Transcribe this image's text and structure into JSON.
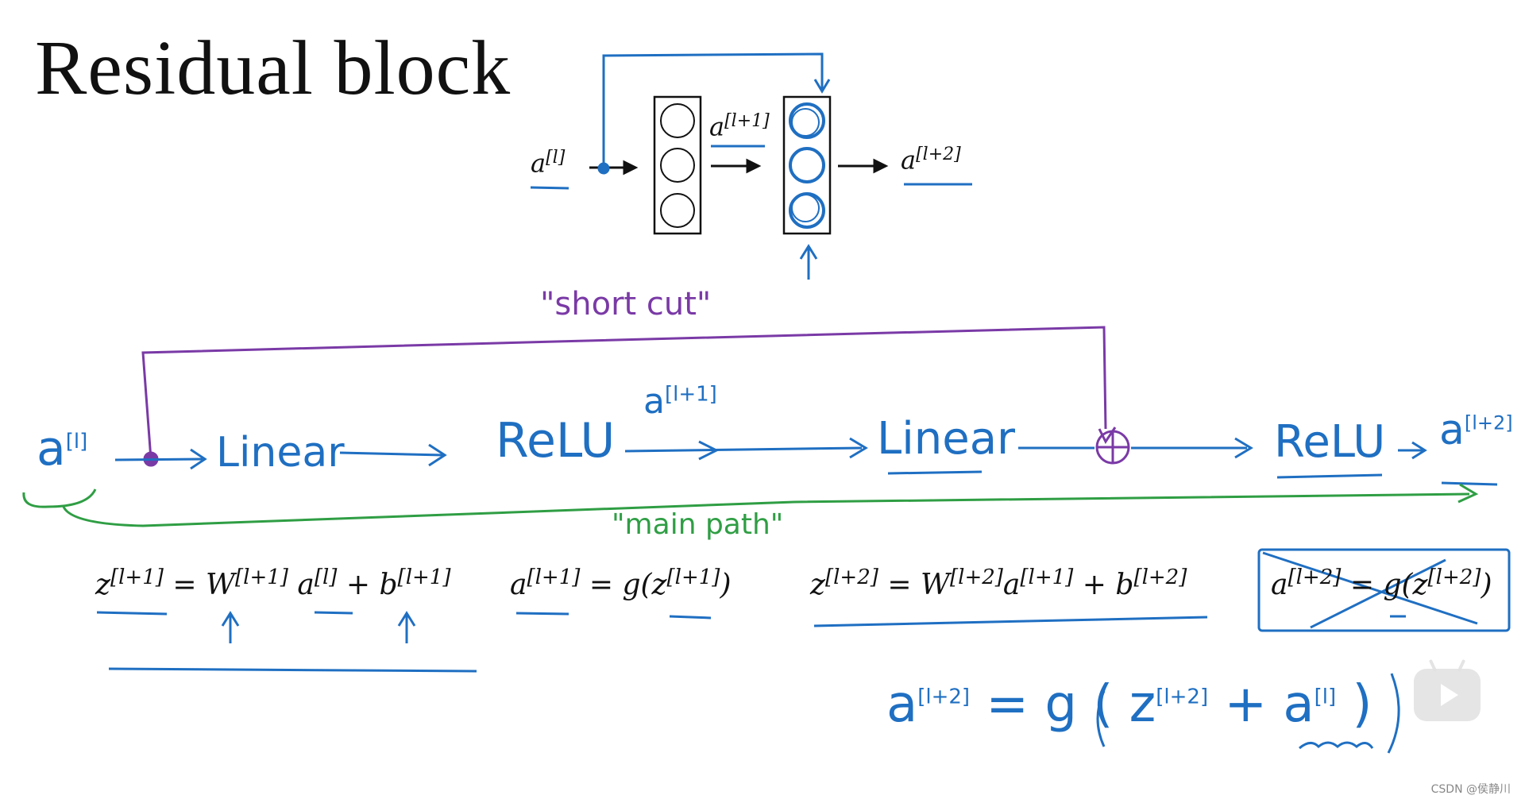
{
  "title": "Residual block",
  "network": {
    "input": {
      "base": "a",
      "sup": "[l]"
    },
    "hidden": {
      "base": "a",
      "sup": "[l+1]"
    },
    "output": {
      "base": "a",
      "sup": "[l+2]"
    }
  },
  "annotations": {
    "short_cut": "\"short cut\"",
    "main_path": "\"main path\""
  },
  "flow": {
    "start": {
      "base": "a",
      "sup": "[l]"
    },
    "linear_1": "Linear",
    "relu_1": "ReLU",
    "mid": {
      "base": "a",
      "sup": "[l+1]"
    },
    "linear_2": "Linear",
    "relu_2": "ReLU",
    "end": {
      "base": "a",
      "sup": "[l+2]"
    }
  },
  "equations": {
    "eq1": {
      "z": "z",
      "z_sup": "[l+1]",
      "eq": " = ",
      "w": "W",
      "w_sup": "[l+1]",
      "a": " a",
      "a_sup": "[l]",
      "plus": " + ",
      "b": "b",
      "b_sup": "[l+1]"
    },
    "eq2": {
      "a": "a",
      "a_sup": "[l+1]",
      "rest": " = g(z",
      "z_sup": "[l+1]",
      "close": ")"
    },
    "eq3": {
      "z": "z",
      "z_sup": "[l+2]",
      "eq": " = ",
      "w": "W",
      "w_sup": "[l+2]",
      "a": "a",
      "a_sup": "[l+1]",
      "plus": " + ",
      "b": "b",
      "b_sup": "[l+2]"
    },
    "eq4": {
      "a": "a",
      "a_sup": "[l+2]",
      "rest": " = g(z",
      "z_sup": "[l+2]",
      "close": ")"
    }
  },
  "handwritten_eq": {
    "lhs": "a",
    "lhs_sup": "[l+2]",
    "eq": "= g (",
    "z": "z",
    "z_sup": "[l+2]",
    "plus": "+",
    "a": "a",
    "a_sup": "[l]",
    "close": ")"
  },
  "watermark": "CSDN @侯静川",
  "colors": {
    "ink": "#111111",
    "blue": "#1f6fc2",
    "purple": "#7a3aa6",
    "green": "#2f9e44"
  }
}
